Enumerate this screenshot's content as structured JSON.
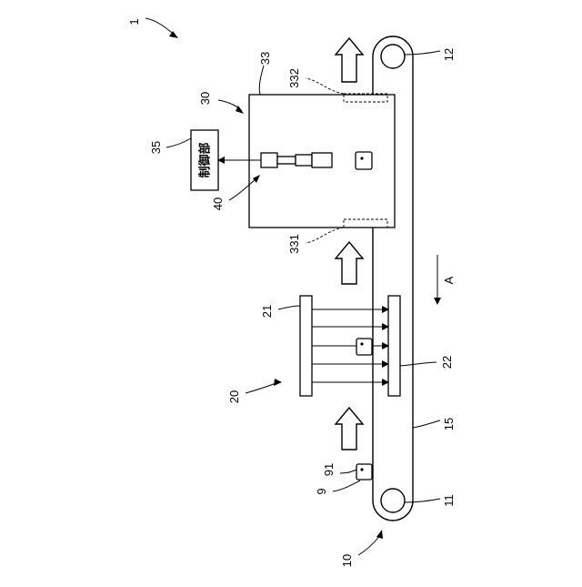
{
  "labels": {
    "system": "1",
    "conveyor": "10",
    "roller_bottom": "11",
    "roller_top": "12",
    "belt": "15",
    "irradiation_unit": "20",
    "irradiator": "21",
    "reflector": "22",
    "inspection_unit": "30",
    "chamber": "33",
    "sensor_top": "332",
    "sensor_bottom": "331",
    "controller_ref": "35",
    "camera": "40",
    "object": "9",
    "object_mark": "91",
    "direction": "A"
  },
  "controller_text": "制御部"
}
